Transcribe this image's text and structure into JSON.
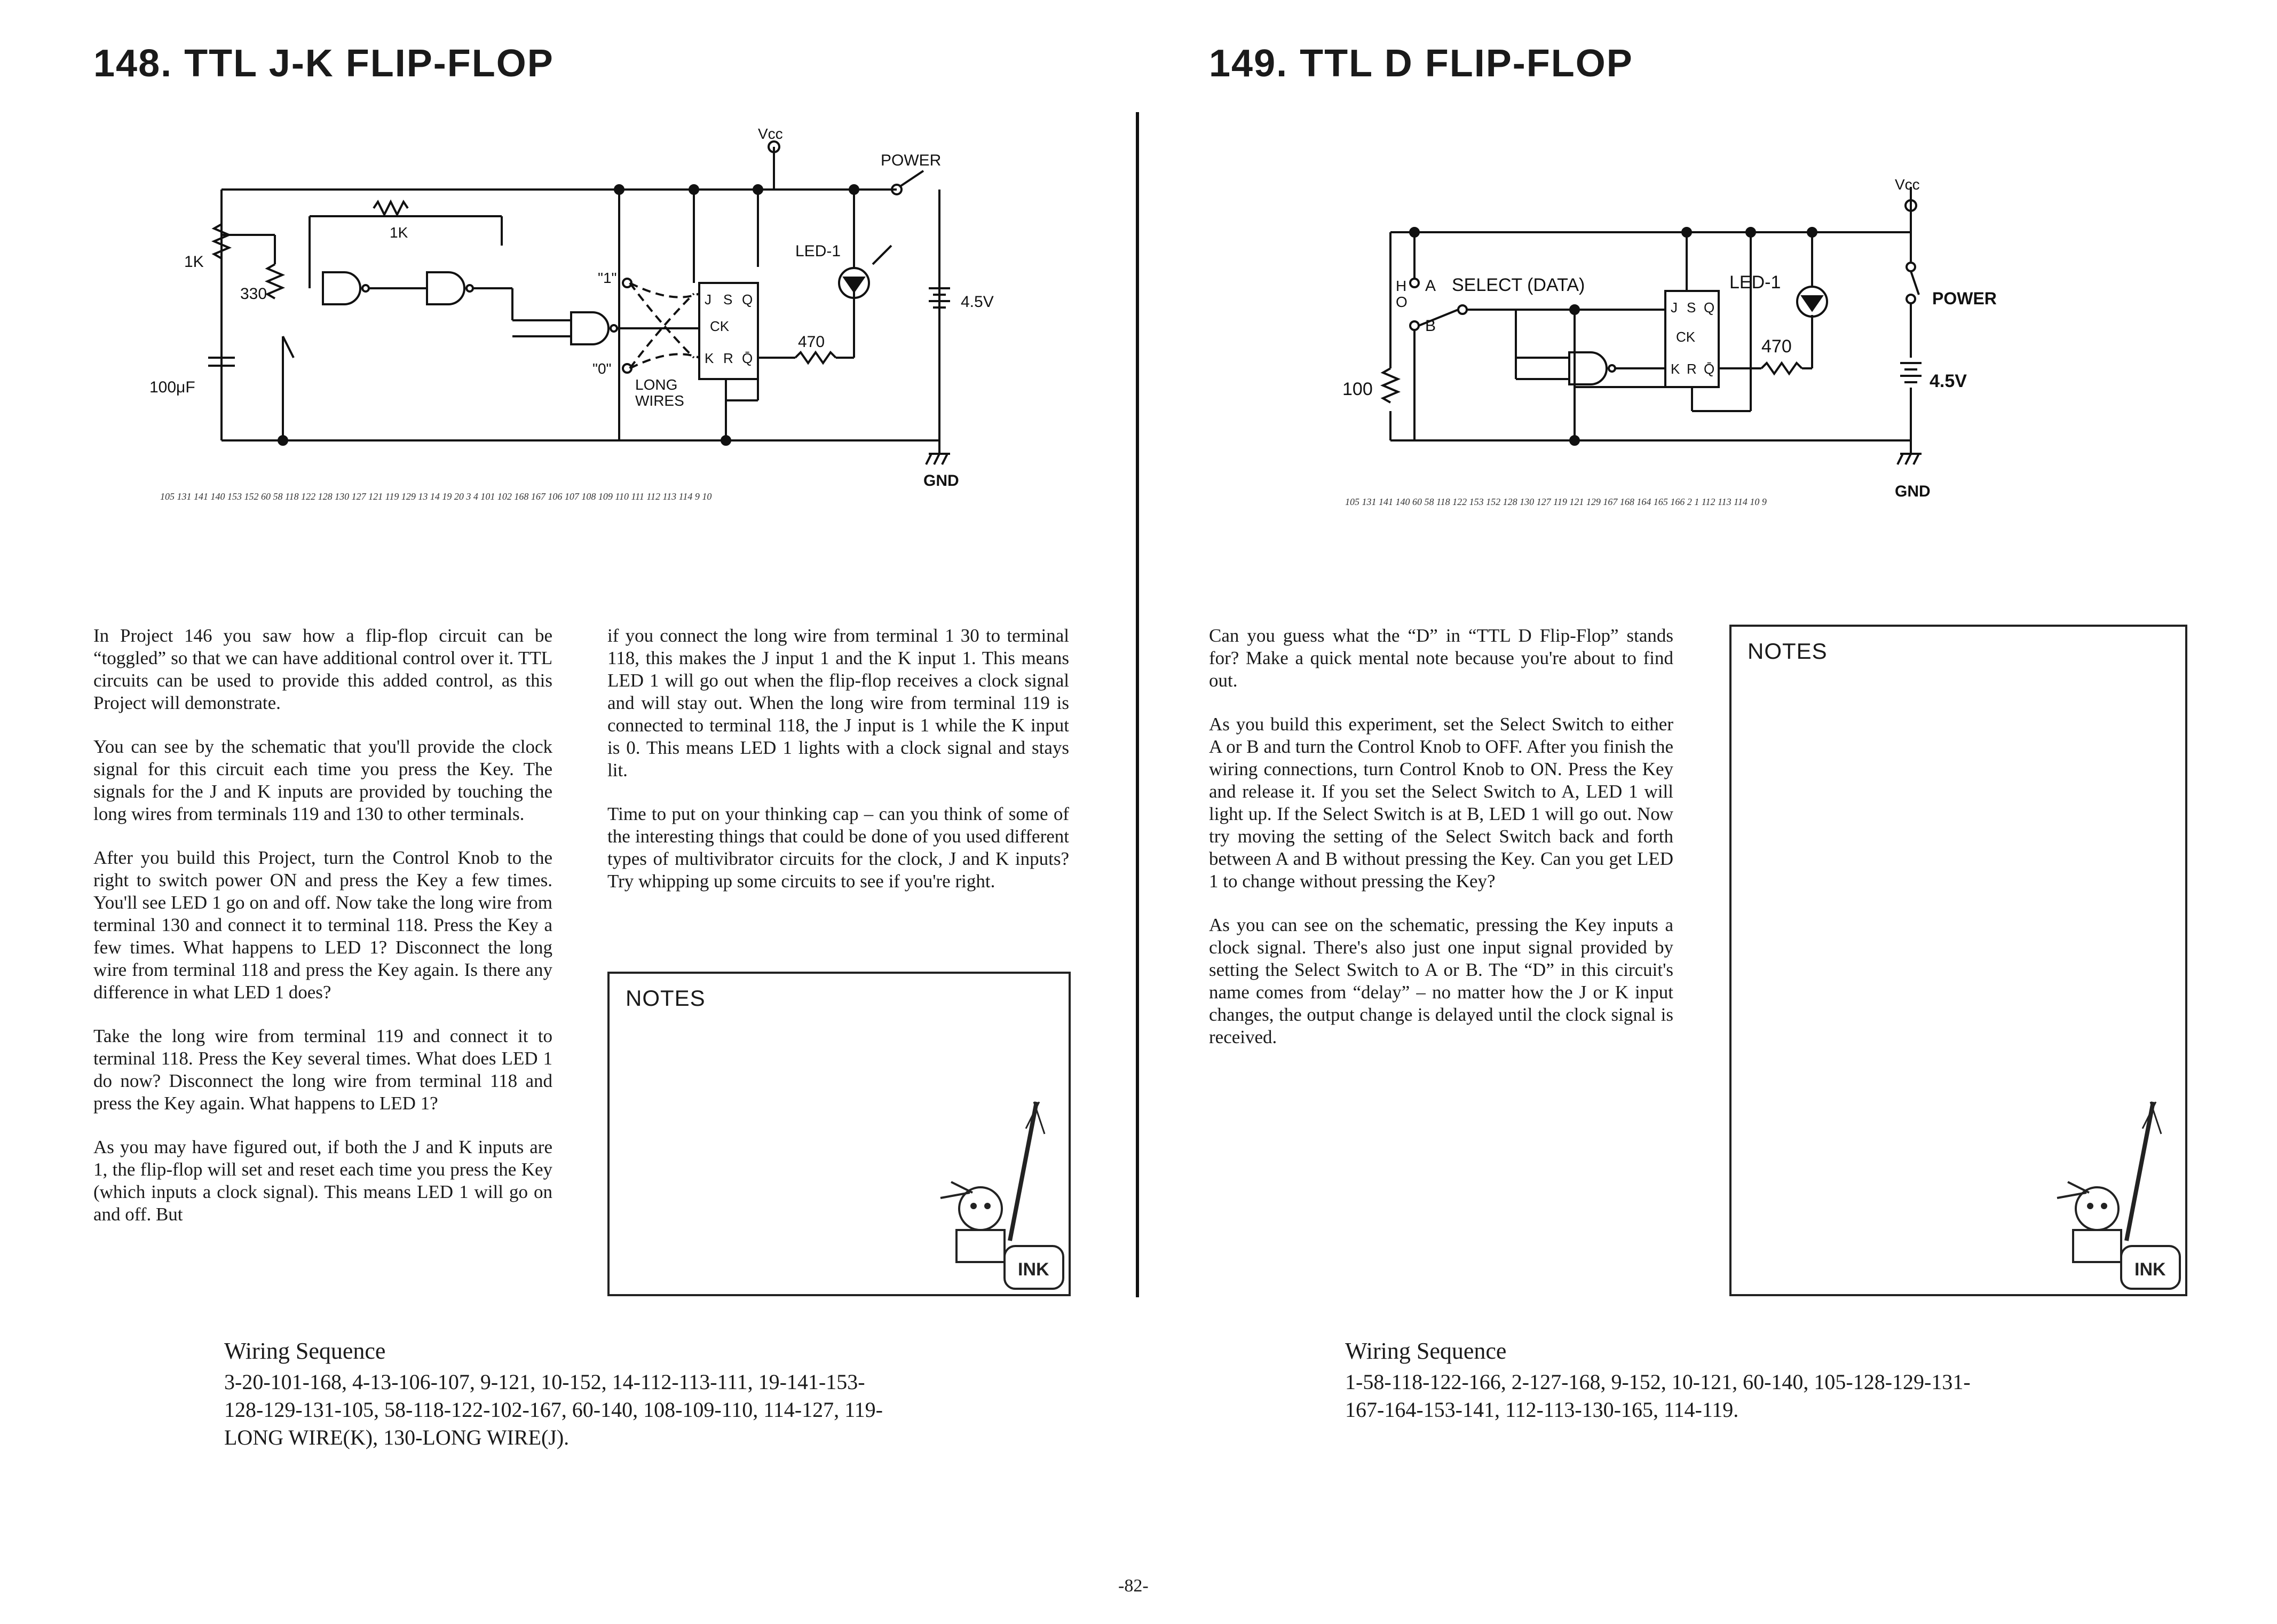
{
  "left": {
    "title": "148. TTL J-K FLIP-FLOP",
    "schematic": {
      "vcc": "Vcc",
      "power": "POWER",
      "gnd": "GND",
      "led": "LED-1",
      "battery": "4.5V",
      "r470": "470",
      "r1k": "1K",
      "r330": "330",
      "r1k_b": "1K",
      "cap": "100μF",
      "long_wires": [
        "LONG",
        "WIRES"
      ],
      "one": "\"1\"",
      "zero": "\"0\"",
      "ff_pins": [
        "J",
        "S",
        "Q",
        "CK",
        "K",
        "R",
        "Q̄"
      ],
      "terminals": [
        "105",
        "131",
        "141",
        "140",
        "153",
        "152",
        "60",
        "58",
        "118",
        "122",
        "128",
        "130",
        "127",
        "121",
        "119",
        "129",
        "13",
        "14",
        "19",
        "20",
        "3",
        "4",
        "101",
        "102",
        "168",
        "167",
        "106",
        "107",
        "108",
        "109",
        "110",
        "111",
        "112",
        "113",
        "114",
        "9",
        "10"
      ]
    },
    "col1": [
      "In Project 146 you saw how a flip-flop circuit can be “toggled” so that we can have additional control over it. TTL circuits can be used to provide this added control, as this Project will demonstrate.",
      "You can see by the schematic that you'll provide the clock signal for this circuit each time you press the Key. The signals for the J and K inputs are provided by touching the long wires from terminals 119 and 130 to other terminals.",
      "After you build this Project, turn the Control Knob to the right to switch power ON and press the Key a few times. You'll see LED 1 go on and off. Now take the long wire from terminal 130 and connect it to terminal 118. Press the Key a few times. What happens to LED 1? Disconnect the long wire from terminal 118 and press the Key again. Is there any difference in what LED 1 does?",
      "Take the long wire from terminal 119 and connect it to terminal 118. Press the Key several times. What does LED 1 do now? Disconnect the long wire from terminal 118 and press the Key again. What happens to LED 1?",
      "As you may have figured out, if both the J and K inputs are 1, the flip-flop will set and reset each time you press the Key (which inputs a clock signal). This means LED 1 will go on and off. But"
    ],
    "col2": [
      "if you connect the long wire from terminal 1 30 to terminal 118, this makes the J input 1 and the K input 1. This means LED 1 will go out when the flip-flop receives a clock signal and will stay out. When the long wire from terminal 119 is connected to terminal 118, the J input is 1 while the K input is 0. This means LED 1 lights with a clock signal and stays lit.",
      "Time to put on your thinking cap – can you think of some of the interesting things that could be done of you used different types of multivibrator circuits for the clock, J and K inputs? Try whipping up some circuits to see if you're right."
    ],
    "notes_label": "NOTES",
    "wiring_title": "Wiring Sequence",
    "wiring_lines": [
      "3-20-101-168, 4-13-106-107, 9-121, 10-152, 14-112-113-111, 19-141-153-",
      "128-129-131-105, 58-118-122-102-167, 60-140, 108-109-110, 114-127, 119-",
      "LONG WIRE(K), 130-LONG WIRE(J)."
    ]
  },
  "right": {
    "title": "149. TTL D FLIP-FLOP",
    "schematic": {
      "vcc": "Vcc",
      "power": "POWER",
      "gnd": "GND",
      "led": "LED-1",
      "battery": "4.5V",
      "r470": "470",
      "r100": "100",
      "select": "SELECT (DATA)",
      "a": "A",
      "b": "B",
      "h": "H",
      "o": "O",
      "ff_pins": [
        "J",
        "S",
        "Q",
        "CK",
        "K",
        "R",
        "Q̄"
      ],
      "terminals": [
        "105",
        "131",
        "141",
        "140",
        "60",
        "58",
        "118",
        "122",
        "153",
        "152",
        "128",
        "130",
        "127",
        "119",
        "121",
        "129",
        "167",
        "168",
        "164",
        "165",
        "166",
        "2",
        "1",
        "112",
        "113",
        "114",
        "10",
        "9"
      ]
    },
    "col1": [
      "Can you guess what the “D” in “TTL D Flip-Flop” stands for? Make a quick mental note because you're about to find out.",
      "As you build this experiment, set the Select Switch to either A or B and turn the Control Knob to OFF. After you finish the wiring connections, turn Control Knob to ON. Press the Key and release it. If you set the Select Switch to A, LED 1 will light up. If the Select Switch is at B, LED 1 will go out. Now try moving the setting of the Select Switch back and forth between A and B without pressing the Key. Can you get LED 1 to change without pressing the Key?",
      "As you can see on the schematic, pressing the Key inputs a clock signal. There's also just one input signal provided by setting the Select Switch to A or B. The “D” in this circuit's name comes from “delay” – no matter how the J or K input changes, the output change is delayed until the clock signal is received."
    ],
    "notes_label": "NOTES",
    "wiring_title": "Wiring Sequence",
    "wiring_lines": [
      "1-58-118-122-166, 2-127-168, 9-152, 10-121, 60-140, 105-128-129-131-",
      "167-164-153-141, 112-113-130-165, 114-119."
    ]
  },
  "mascot_label": "INK",
  "page_number": "-82-"
}
